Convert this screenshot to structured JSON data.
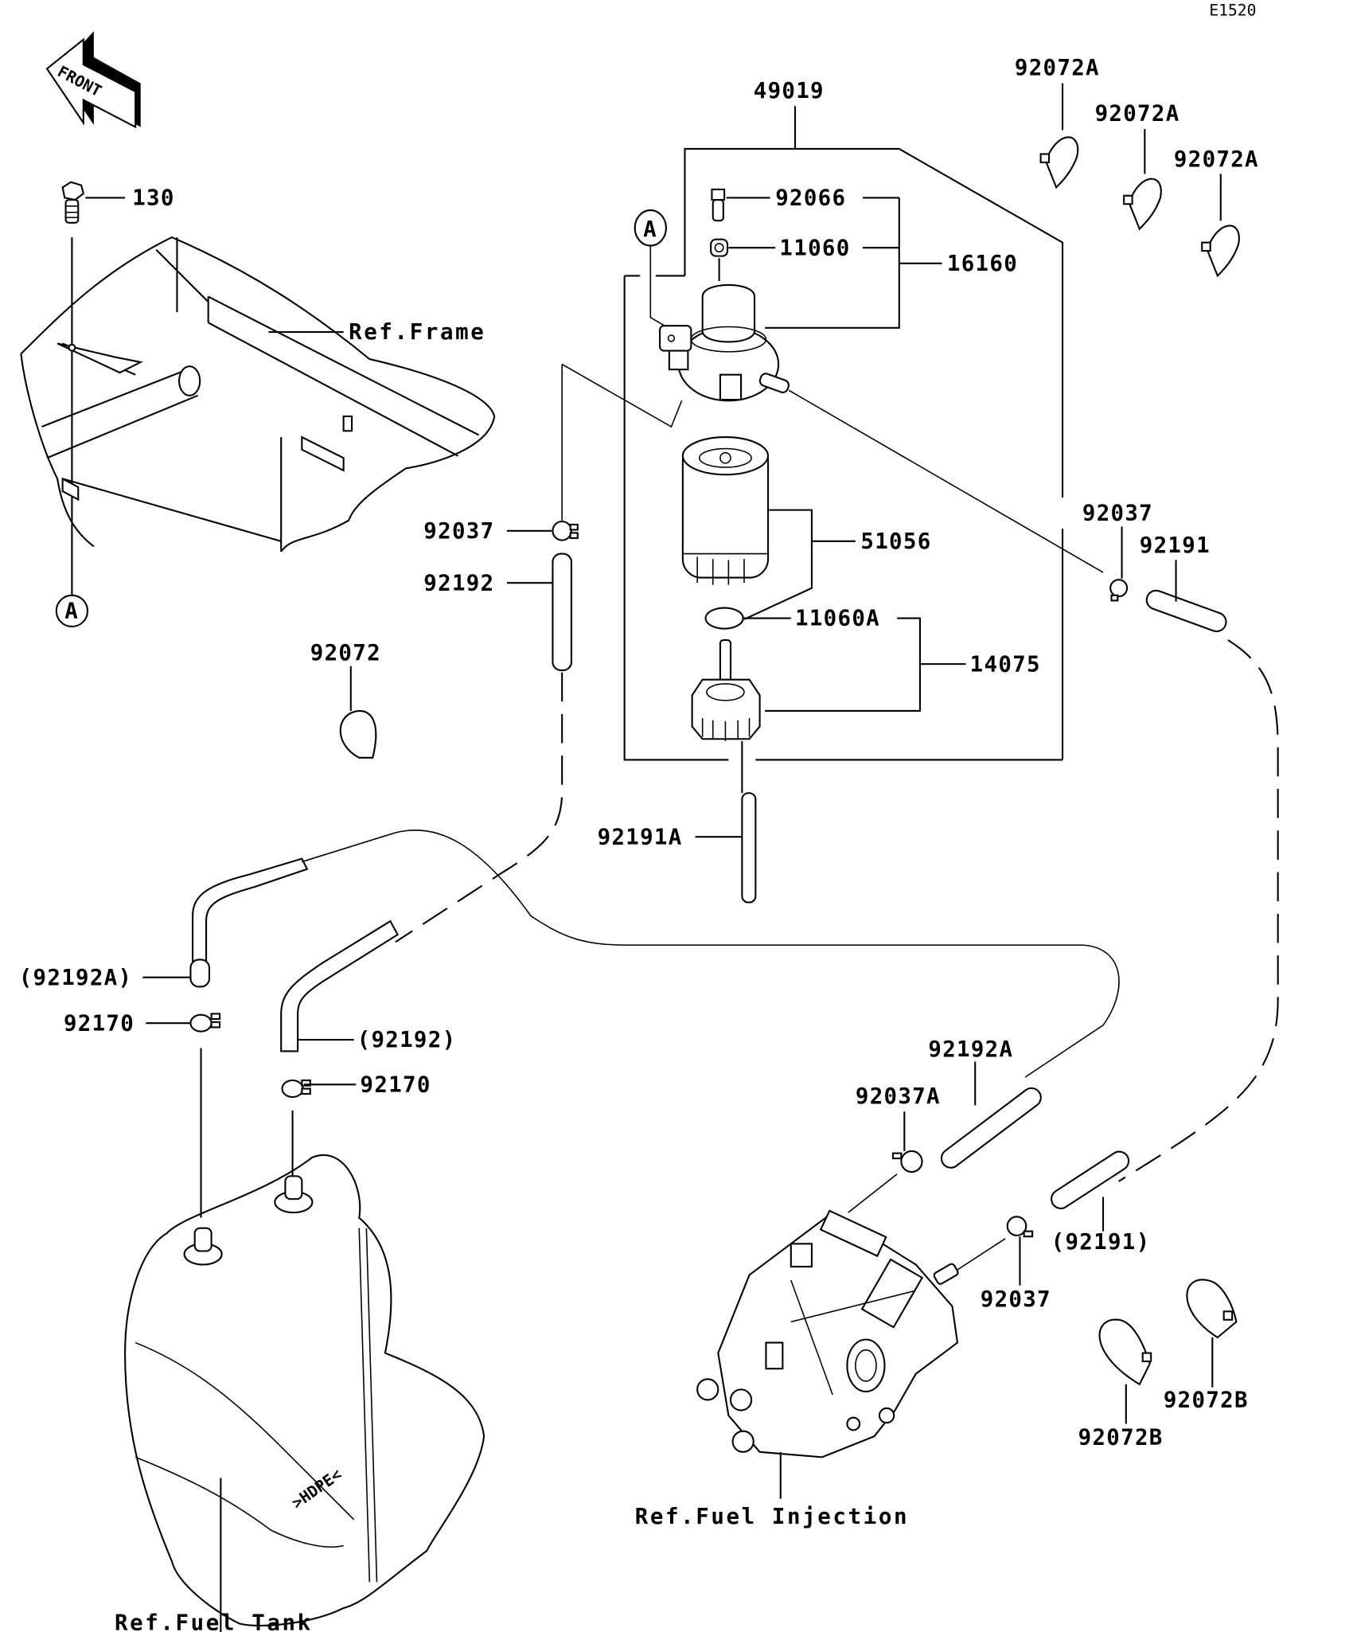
{
  "diagram": {
    "code": "E1520",
    "front_arrow": "FRONT",
    "ref_labels": {
      "frame": "Ref.Frame",
      "fuel_tank": "Ref.Fuel Tank",
      "fuel_injection": "Ref.Fuel Injection"
    },
    "marker": "A",
    "parts": {
      "p130": "130",
      "p49019": "49019",
      "p92066": "92066",
      "p11060": "11060",
      "p16160": "16160",
      "p51056": "51056",
      "p11060A": "11060A",
      "p14075": "14075",
      "p92191A": "92191A",
      "p92037_left": "92037",
      "p92192": "92192",
      "p92072": "92072",
      "p92072A_1": "92072A",
      "p92072A_2": "92072A",
      "p92072A_3": "92072A",
      "p92037_right": "92037",
      "p92191": "92191",
      "p92192A_paren": "(92192A)",
      "p92170_left": "92170",
      "p92192_paren": "(92192)",
      "p92170_right": "92170",
      "p92192A": "92192A",
      "p92037A": "92037A",
      "p92191_paren": "(92191)",
      "p92037_bottom": "92037",
      "p92072B_1": "92072B",
      "p92072B_2": "92072B"
    }
  }
}
